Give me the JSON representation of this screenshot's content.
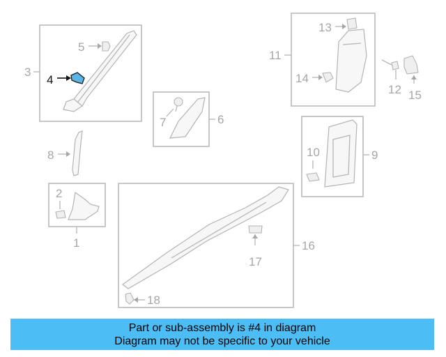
{
  "callouts": {
    "c1": "1",
    "c2": "2",
    "c3": "3",
    "c4": "4",
    "c5": "5",
    "c6": "6",
    "c7": "7",
    "c8": "8",
    "c9": "9",
    "c10": "10",
    "c11": "11",
    "c12": "12",
    "c13": "13",
    "c14": "14",
    "c15": "15",
    "c16": "16",
    "c17": "17",
    "c18": "18"
  },
  "highlight": {
    "part": "4",
    "color": "#5ab4e6"
  },
  "banner": {
    "line1": "Part or sub-assembly is #4 in diagram",
    "line2": "Diagram may not be specific to your vehicle",
    "background": "#4dbdf5"
  }
}
